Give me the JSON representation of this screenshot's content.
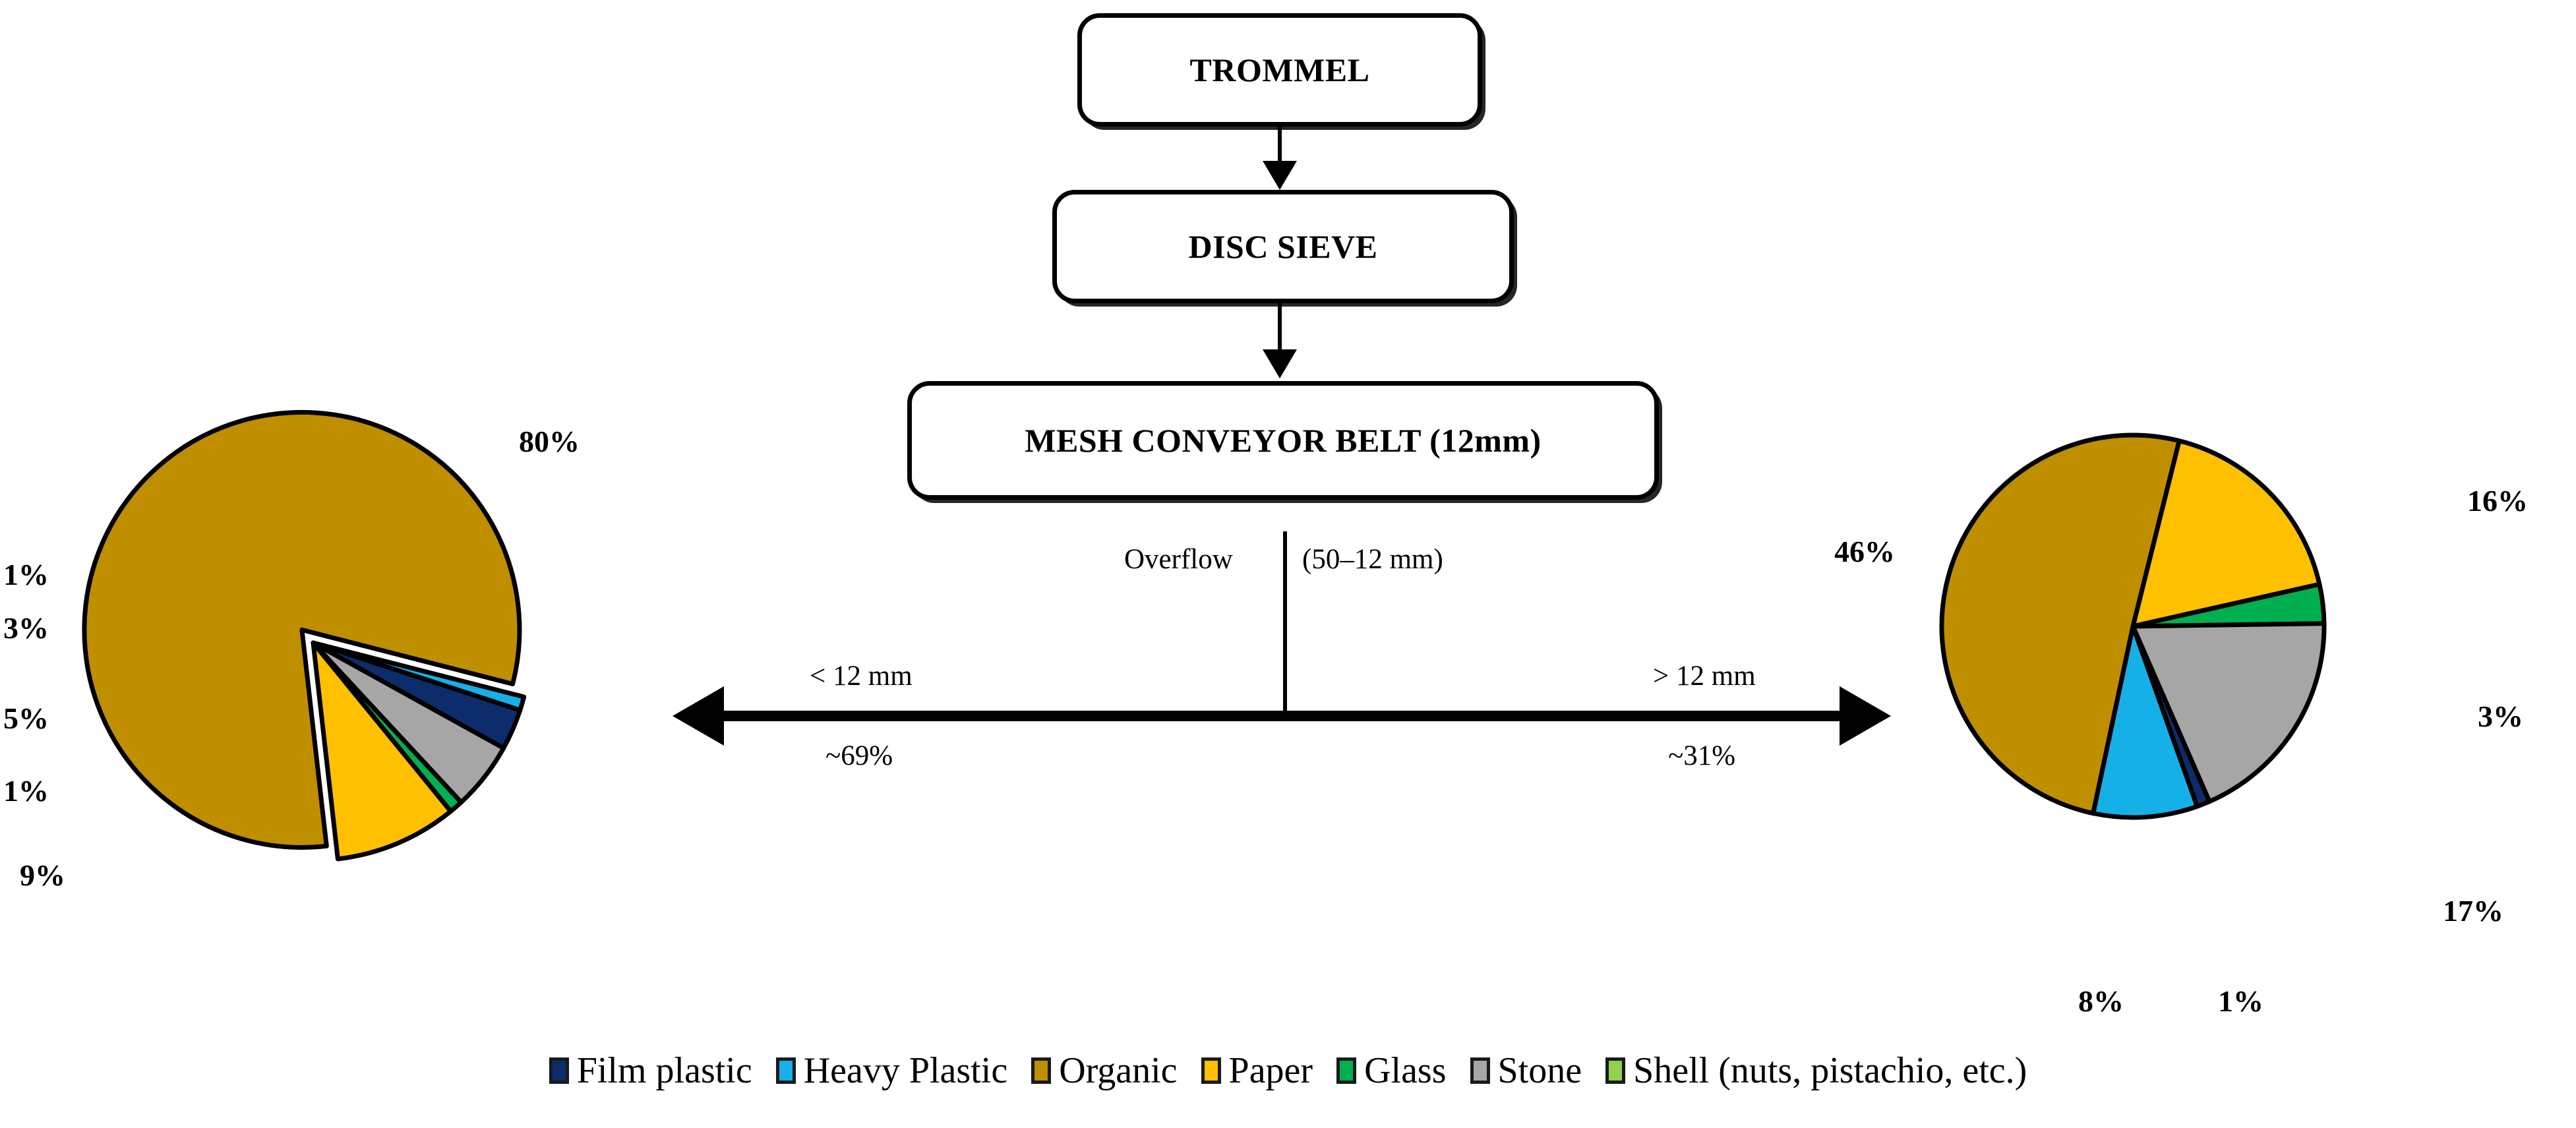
{
  "flowchart": {
    "nodes": [
      {
        "id": "trommel",
        "label": "TROMMEL"
      },
      {
        "id": "disc_sieve",
        "label": "DISC SIEVE"
      },
      {
        "id": "mesh_conveyor",
        "label": "MESH CONVEYOR BELT (12mm)"
      }
    ],
    "overflow_label": "Overflow",
    "overflow_size": "(50–12 mm)",
    "left_branch": {
      "size": "< 12 mm",
      "share": "~69%"
    },
    "right_branch": {
      "size": "> 12 mm",
      "share": "~31%"
    }
  },
  "legend": {
    "items": [
      {
        "label": "Film plastic",
        "color": "#0D2C6B"
      },
      {
        "label": "Heavy Plastic",
        "color": "#16B0E8"
      },
      {
        "label": "Organic",
        "color": "#BF8F00"
      },
      {
        "label": "Paper",
        "color": "#FFC000"
      },
      {
        "label": "Glass",
        "color": "#00B050"
      },
      {
        "label": "Stone",
        "color": "#A6A6A6"
      },
      {
        "label": "Shell (nuts, pistachio, etc.)",
        "color": "#92D050"
      }
    ]
  },
  "chart_data": [
    {
      "type": "pie",
      "title": "< 12 mm fraction (~69%)",
      "id": "pie-left",
      "categories": [
        "Organic",
        "Paper",
        "Glass",
        "Stone",
        "Film plastic",
        "Heavy Plastic"
      ],
      "values": [
        80,
        9,
        1,
        5,
        3,
        1
      ],
      "colors": [
        "#BF8F00",
        "#FFC000",
        "#00B050",
        "#A6A6A6",
        "#0D2C6B",
        "#16B0E8"
      ],
      "labels": [
        "80%",
        "9%",
        "1%",
        "5%",
        "3%",
        "1%"
      ],
      "exploded": [
        "Organic"
      ],
      "legend_position": "bottom"
    },
    {
      "type": "pie",
      "title": "> 12 mm fraction (~31%)",
      "id": "pie-right",
      "categories": [
        "Paper",
        "Glass",
        "Stone",
        "Film plastic",
        "Heavy Plastic",
        "Organic"
      ],
      "values": [
        16,
        3,
        17,
        1,
        8,
        46
      ],
      "colors": [
        "#FFC000",
        "#00B050",
        "#A6A6A6",
        "#0D2C6B",
        "#16B0E8",
        "#BF8F00"
      ],
      "labels": [
        "16%",
        "3%",
        "17%",
        "1%",
        "8%",
        "46%"
      ],
      "exploded": [],
      "legend_position": "bottom"
    }
  ],
  "pie_left_labels": {
    "organic": "80%",
    "heavy_plastic": "1%",
    "film_plastic": "3%",
    "stone": "5%",
    "glass": "1%",
    "paper": "9%"
  },
  "pie_right_labels": {
    "paper": "16%",
    "glass": "3%",
    "stone": "17%",
    "film_plastic": "1%",
    "heavy_plastic": "8%",
    "organic": "46%"
  }
}
